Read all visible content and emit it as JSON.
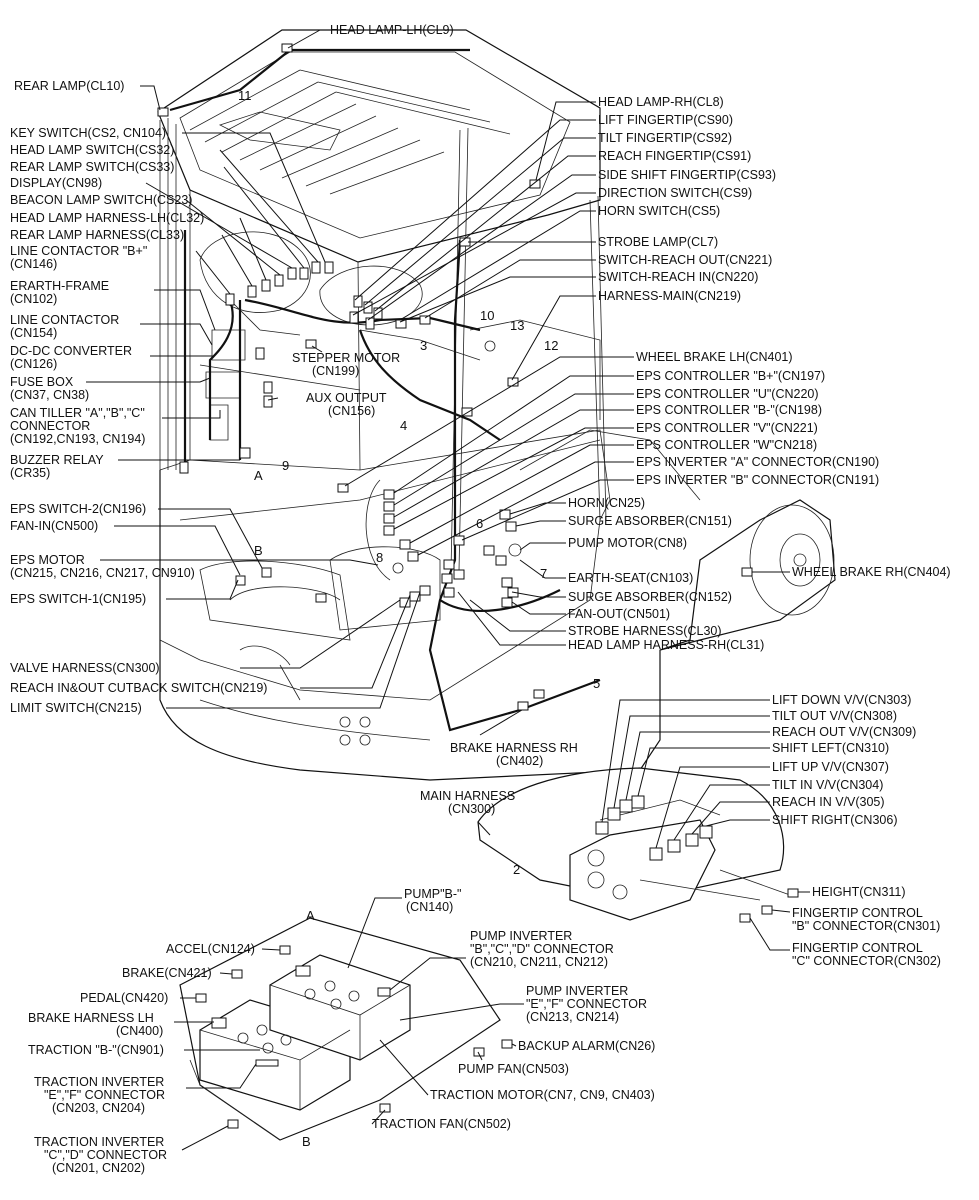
{
  "labels": {
    "head_lamp_lh": "HEAD LAMP-LH(CL9)",
    "rear_lamp": "REAR LAMP(CL10)",
    "key_switch": "KEY SWITCH(CS2, CN104)",
    "head_lamp_switch": "HEAD LAMP SWITCH(CS32)",
    "rear_lamp_switch": "REAR LAMP SWITCH(CS33)",
    "display": "DISPLAY(CN98)",
    "beacon_lamp_switch": "BEACON LAMP SWITCH(CS23)",
    "head_lamp_harness_lh": "HEAD LAMP HARNESS-LH(CL32)",
    "rear_lamp_harness": "REAR LAMP HARNESS(CL33)",
    "line_contactor_b_1": "LINE CONTACTOR \"B+\"",
    "line_contactor_b_2": "(CN146)",
    "erarth_frame_1": "ERARTH-FRAME",
    "erarth_frame_2": "(CN102)",
    "line_contactor_1": "LINE CONTACTOR",
    "line_contactor_2": "(CN154)",
    "dcdc_1": "DC-DC CONVERTER",
    "dcdc_2": "(CN126)",
    "fuse_box_1": "FUSE BOX",
    "fuse_box_2": "(CN37, CN38)",
    "can_tiller_1": "CAN TILLER \"A\",\"B\",\"C\"",
    "can_tiller_2": "CONNECTOR",
    "can_tiller_3": "(CN192,CN193, CN194)",
    "buzzer_relay_1": "BUZZER RELAY",
    "buzzer_relay_2": "(CR35)",
    "eps_switch_2": "EPS SWITCH-2(CN196)",
    "fan_in": "FAN-IN(CN500)",
    "eps_motor_1": "EPS MOTOR",
    "eps_motor_2": "(CN215, CN216, CN217, CN910)",
    "eps_switch_1": "EPS SWITCH-1(CN195)",
    "valve_harness": "VALVE HARNESS(CN300)",
    "reach_cutback": "REACH IN&OUT CUTBACK SWITCH(CN219)",
    "limit_switch": "LIMIT SWITCH(CN215)",
    "stepper_motor_1": "STEPPER MOTOR",
    "stepper_motor_2": "(CN199)",
    "aux_output_1": "AUX OUTPUT",
    "aux_output_2": "(CN156)",
    "head_lamp_rh": "HEAD LAMP-RH(CL8)",
    "lift_fingertip": "LIFT FINGERTIP(CS90)",
    "tilt_fingertip": "TILT FINGERTIP(CS92)",
    "reach_fingertip": "REACH FINGERTIP(CS91)",
    "side_shift_fingertip": "SIDE SHIFT FINGERTIP(CS93)",
    "direction_switch": "DIRECTION SWITCH(CS9)",
    "horn_switch": "HORN SWITCH(CS5)",
    "strobe_lamp": "STROBE LAMP(CL7)",
    "switch_reach_out": "SWITCH-REACH OUT(CN221)",
    "switch_reach_in": "SWITCH-REACH IN(CN220)",
    "harness_main": "HARNESS-MAIN(CN219)",
    "wheel_brake_lh": "WHEEL BRAKE LH(CN401)",
    "eps_ctrl_bplus": "EPS CONTROLLER \"B+\"(CN197)",
    "eps_ctrl_u": "EPS CONTROLLER \"U\"(CN220)",
    "eps_ctrl_bminus": "EPS CONTROLLER \"B-\"(CN198)",
    "eps_ctrl_v": "EPS CONTROLLER \"V\"(CN221)",
    "eps_ctrl_w": "EPS CONTROLLER \"W\"CN218)",
    "eps_inv_a": "EPS INVERTER \"A\" CONNECTOR(CN190)",
    "eps_inv_b": "EPS INVERTER \"B\" CONNECTOR(CN191)",
    "horn": "HORN(CN25)",
    "surge_absorber_151": "SURGE ABSORBER(CN151)",
    "pump_motor": "PUMP MOTOR(CN8)",
    "earth_seat": "EARTH-SEAT(CN103)",
    "wheel_brake_rh": "WHEEL BRAKE RH(CN404)",
    "surge_absorber_152": "SURGE ABSORBER(CN152)",
    "fan_out": "FAN-OUT(CN501)",
    "strobe_harness": "STROBE HARNESS(CL30)",
    "head_lamp_harness_rh": "HEAD LAMP HARNESS-RH(CL31)",
    "brake_harness_rh_1": "BRAKE HARNESS RH",
    "brake_harness_rh_2": "(CN402)",
    "lift_down_vv": "LIFT DOWN V/V(CN303)",
    "tilt_out_vv": "TILT OUT V/V(CN308)",
    "reach_out_vv": "REACH OUT V/V(CN309)",
    "shift_left": "SHIFT LEFT(CN310)",
    "lift_up_vv": "LIFT UP V/V(CN307)",
    "tilt_in_vv": "TILT IN V/V(CN304)",
    "reach_in_vv": "REACH IN V/V(305)",
    "shift_right": "SHIFT RIGHT(CN306)",
    "main_harness_1": "MAIN HARNESS",
    "main_harness_2": "(CN300)",
    "height": "HEIGHT(CN311)",
    "fingertip_b_1": "FINGERTIP CONTROL",
    "fingertip_b_2": "\"B\" CONNECTOR(CN301)",
    "fingertip_c_1": "FINGERTIP CONTROL",
    "fingertip_c_2": "\"C\" CONNECTOR(CN302)",
    "pump_bminus_1": "PUMP\"B-\"",
    "pump_bminus_2": "(CN140)",
    "pump_inv_bcd_1": "PUMP INVERTER",
    "pump_inv_bcd_2": "\"B\",\"C\",\"D\" CONNECTOR",
    "pump_inv_bcd_3": "(CN210, CN211, CN212)",
    "pump_inv_ef_1": "PUMP INVERTER",
    "pump_inv_ef_2": "\"E\",\"F\" CONNECTOR",
    "pump_inv_ef_3": "(CN213, CN214)",
    "accel": "ACCEL(CN124)",
    "brake": "BRAKE(CN421)",
    "pedal": "PEDAL(CN420)",
    "brake_harness_lh_1": "BRAKE HARNESS LH",
    "brake_harness_lh_2": "(CN400)",
    "traction_bminus": "TRACTION \"B-\"(CN901)",
    "backup_alarm": "BACKUP ALARM(CN26)",
    "pump_fan": "PUMP FAN(CN503)",
    "traction_inv_ef_1": "TRACTION INVERTER",
    "traction_inv_ef_2": "\"E\",\"F\" CONNECTOR",
    "traction_inv_ef_3": "(CN203, CN204)",
    "traction_motor": "TRACTION MOTOR(CN7, CN9, CN403)",
    "traction_fan": "TRACTION FAN(CN502)",
    "traction_inv_cd_1": "TRACTION INVERTER",
    "traction_inv_cd_2": "\"C\",\"D\" CONNECTOR",
    "traction_inv_cd_3": "(CN201, CN202)"
  },
  "callouts": {
    "n2": "2",
    "n3": "3",
    "n4": "4",
    "n5": "5",
    "n6": "6",
    "n7": "7",
    "n8": "8",
    "n9": "9",
    "n10": "10",
    "n11": "11",
    "n12": "12",
    "n13": "13",
    "a_top": "A",
    "b_top": "B",
    "a_bottom": "A",
    "b_bottom": "B"
  }
}
